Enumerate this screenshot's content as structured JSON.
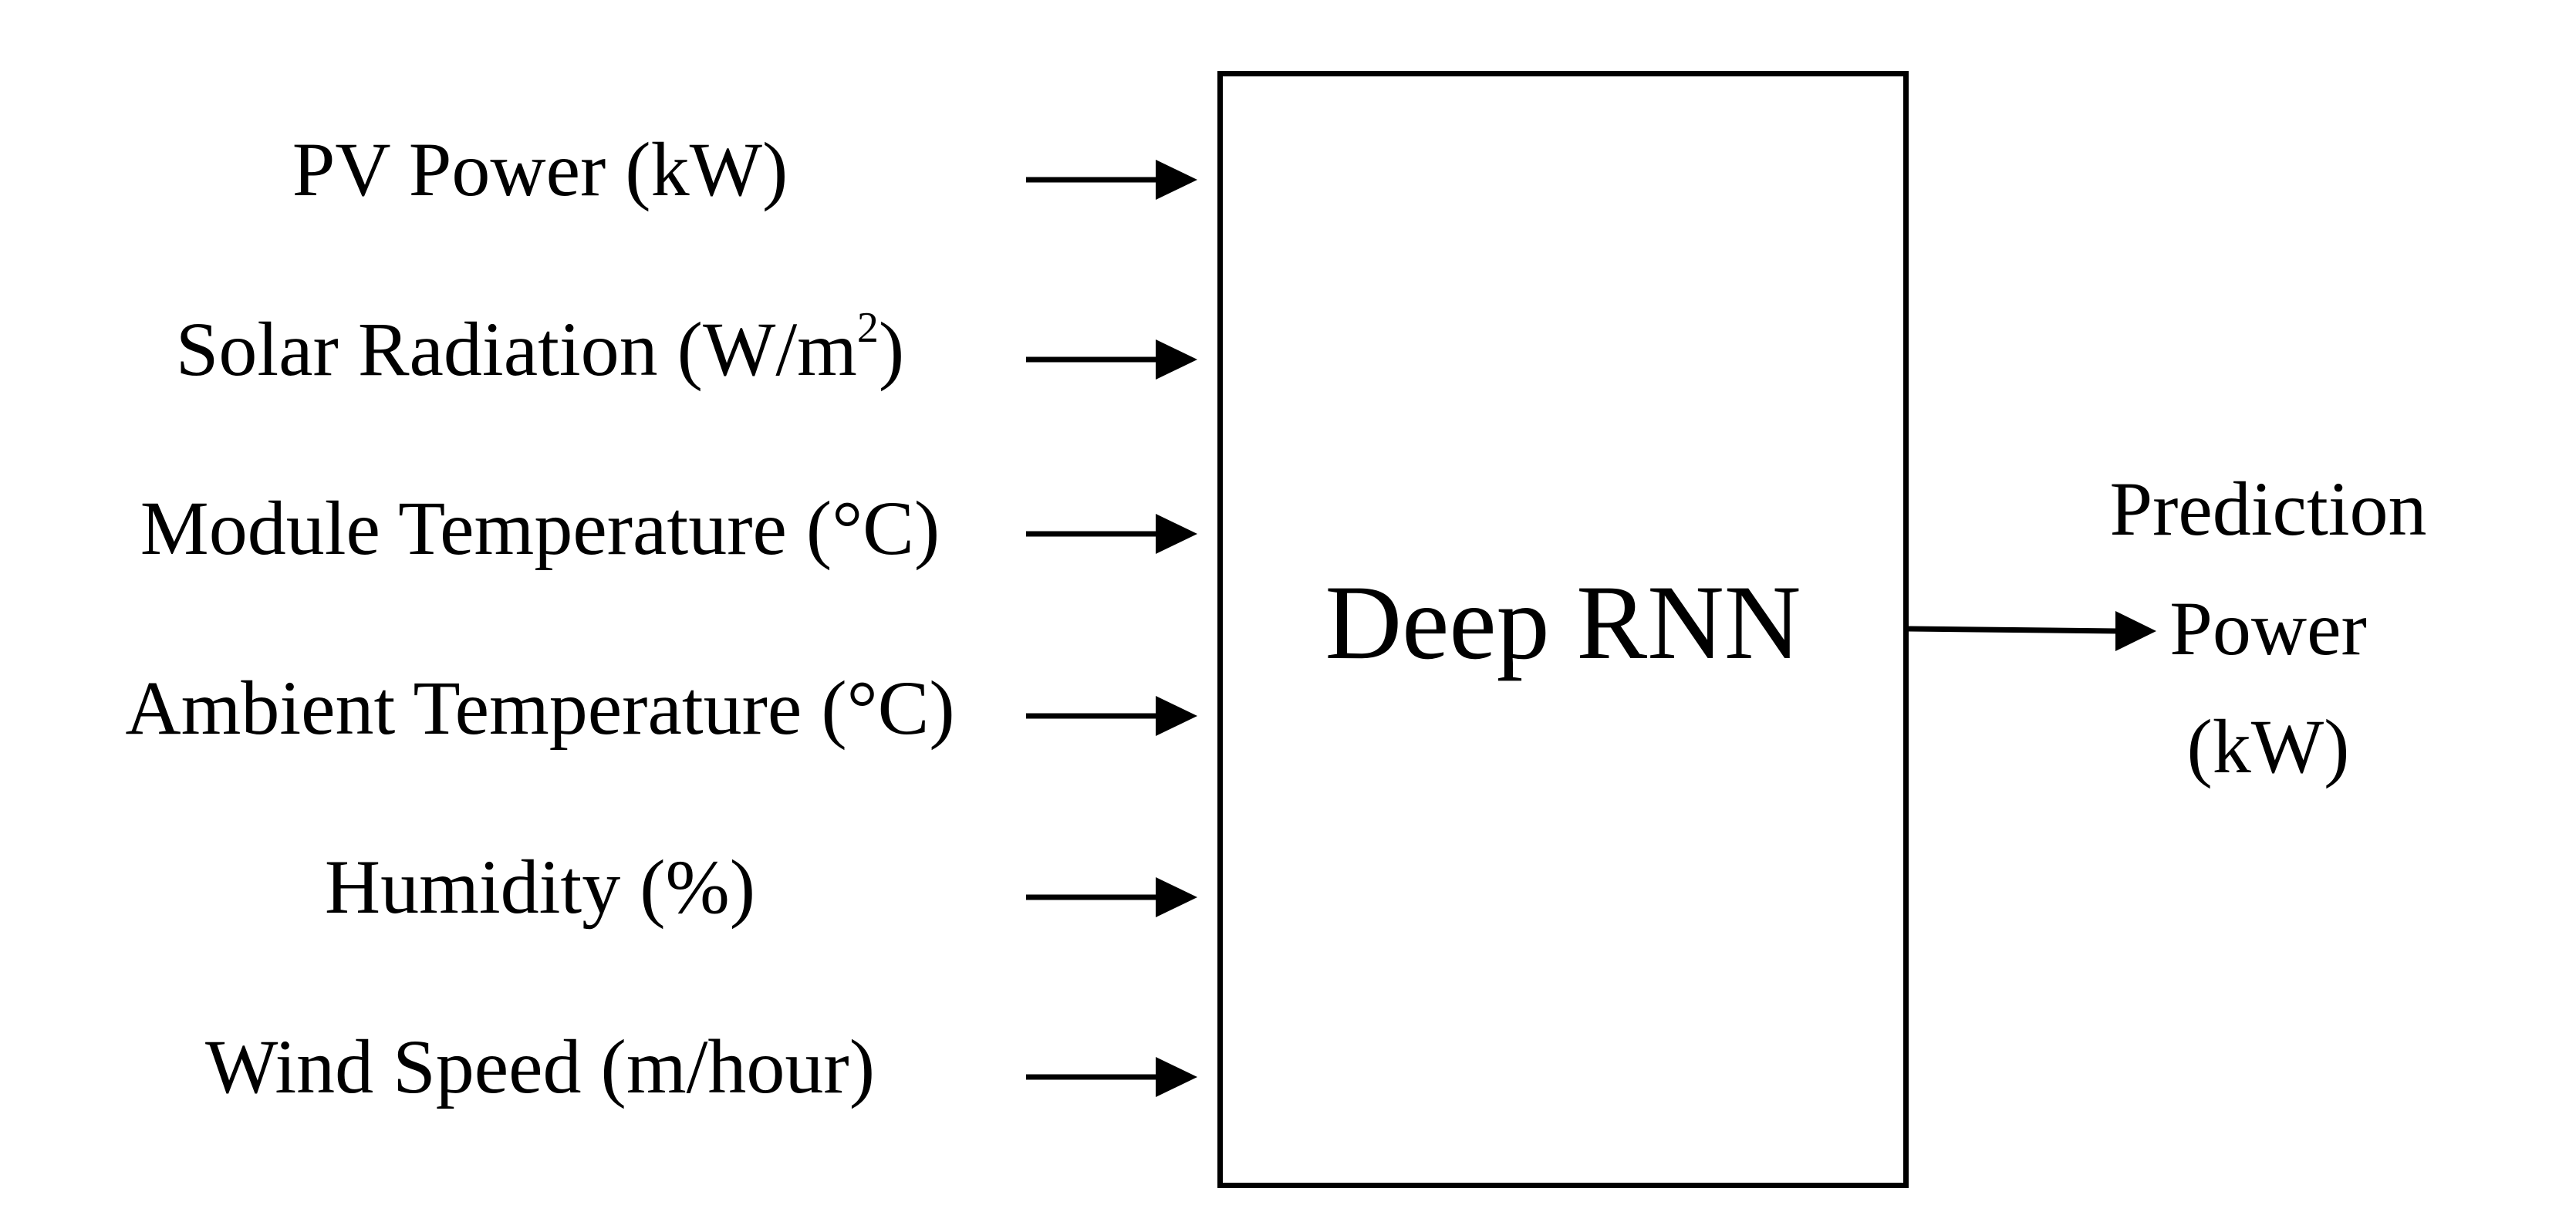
{
  "inputs": [
    {
      "text": "PV Power (kW)"
    },
    {
      "text": "Solar Radiation (W/m",
      "sup": "2",
      "tail": ")"
    },
    {
      "text": "Module Temperature (",
      "unit": "°C",
      "tail": ")"
    },
    {
      "text": "Ambient Temperature (",
      "unit": "°C",
      "tail": ")"
    },
    {
      "text": "Humidity (%)"
    },
    {
      "text": "Wind Speed (m/hour)"
    }
  ],
  "model": {
    "label": "Deep RNN"
  },
  "output": {
    "lines": [
      "Prediction",
      "Power",
      "(kW)"
    ]
  }
}
